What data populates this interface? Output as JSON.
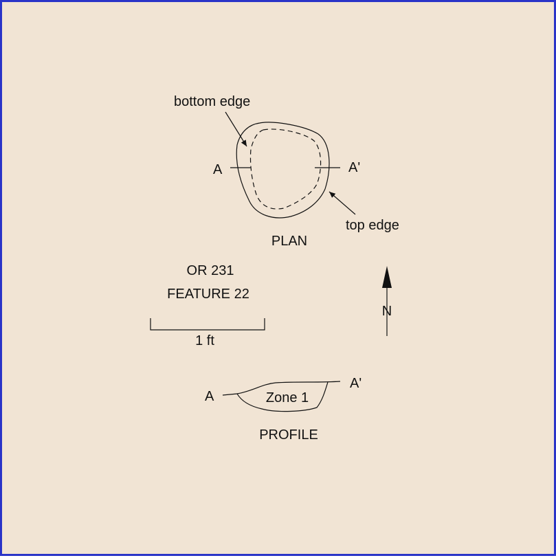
{
  "plan": {
    "bottom_edge_label": "bottom edge",
    "top_edge_label": "top edge",
    "section_start_label": "A",
    "section_end_label": "A'",
    "title": "PLAN"
  },
  "feature": {
    "site": "OR 231",
    "name": "FEATURE 22"
  },
  "scale_bar": {
    "label": "1 ft"
  },
  "north_arrow": {
    "label": "N"
  },
  "profile": {
    "section_start_label": "A",
    "section_end_label": "A'",
    "zone_label": "Zone 1",
    "title": "PROFILE"
  },
  "colors": {
    "background": "#f1e4d4",
    "border": "#2a34c8",
    "ink": "#111111"
  }
}
